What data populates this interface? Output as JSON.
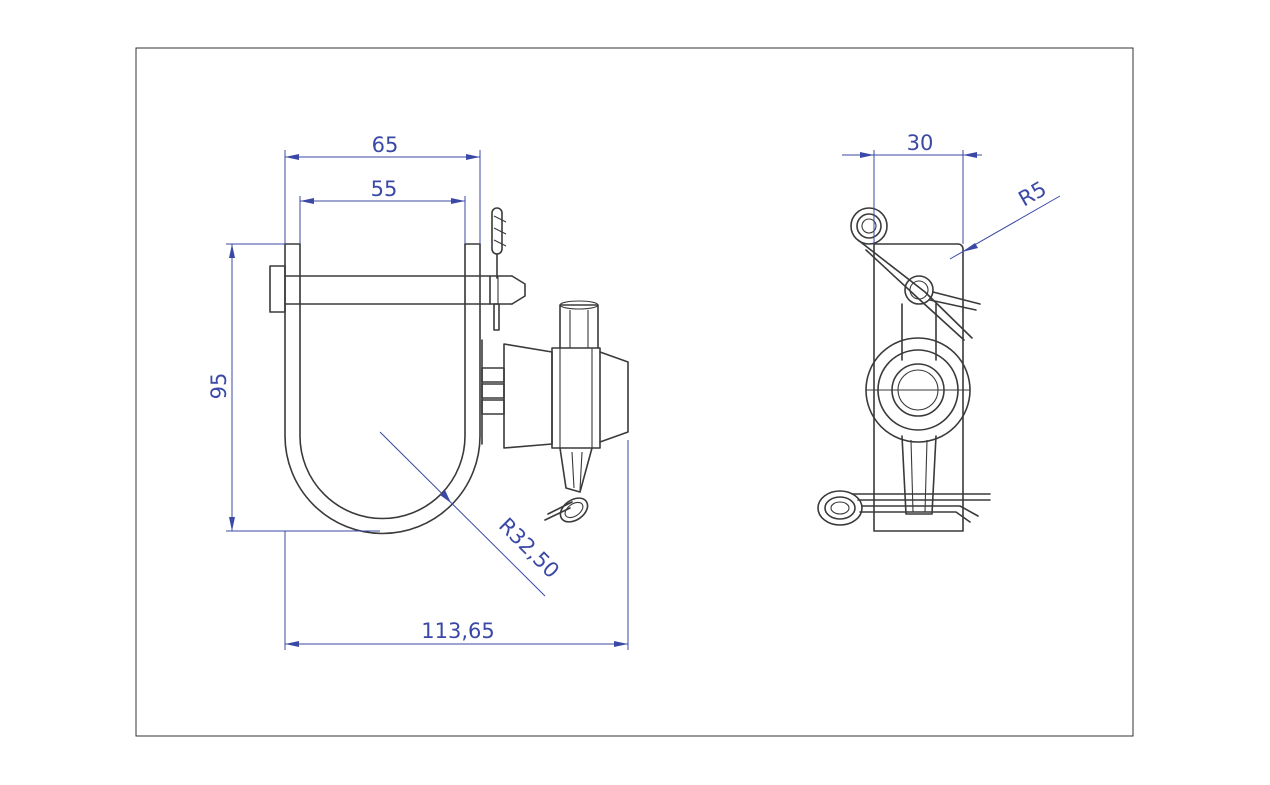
{
  "colors": {
    "dimension": "#3b49a6",
    "geometry": "#3a3a3a",
    "frame": "#333333",
    "background": "#ffffff"
  },
  "front_view": {
    "dim_outer_width": "65",
    "dim_inner_width": "55",
    "dim_height": "95",
    "dim_radius": "R32,50",
    "dim_total_width": "113,65"
  },
  "side_view": {
    "dim_width": "30",
    "dim_radius": "R5"
  }
}
